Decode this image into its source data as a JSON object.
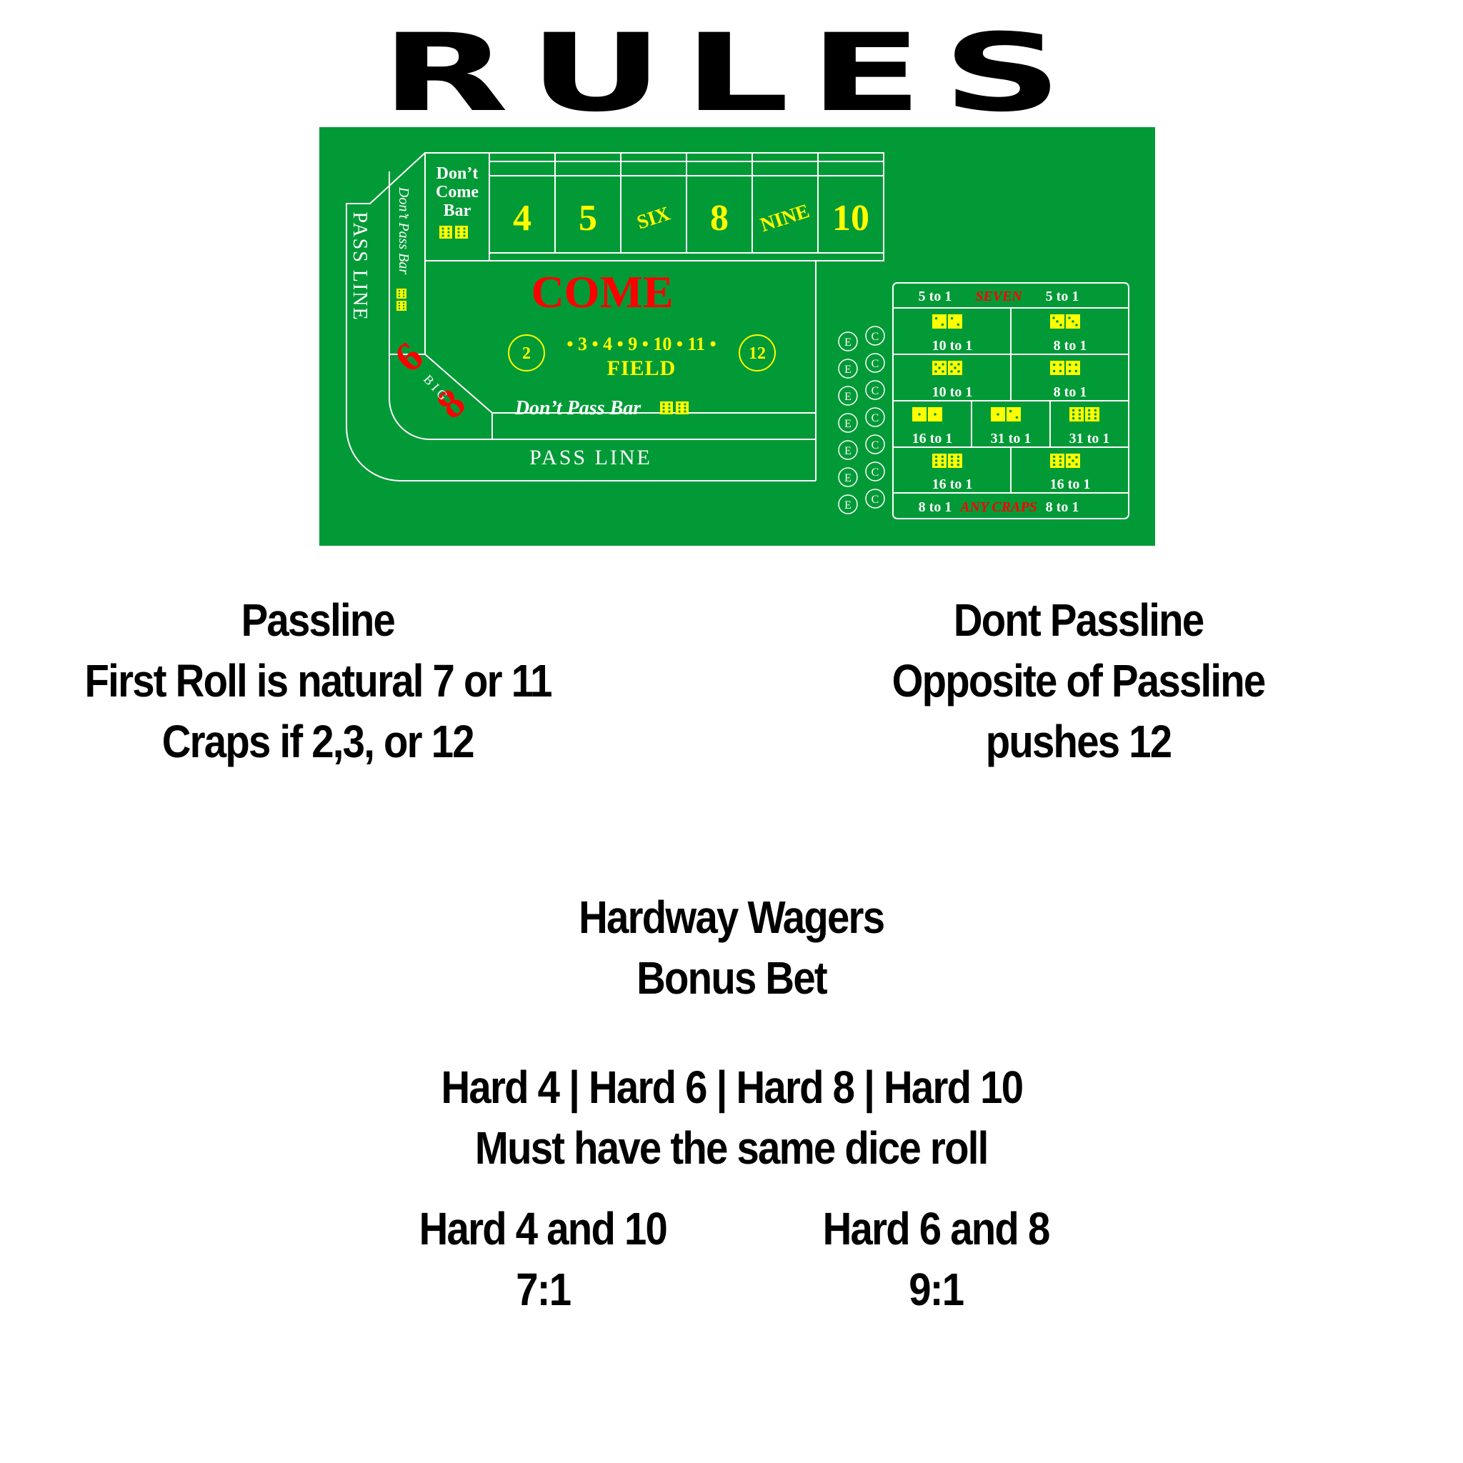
{
  "title": "RULES",
  "table": {
    "dont_come_bar": [
      "Don’t",
      "Come",
      "Bar"
    ],
    "dont_pass_bar_vertical": "Don’t Pass Bar",
    "pass_line_vertical": "PASS LINE",
    "place_numbers": [
      "4",
      "5",
      "SIX",
      "8",
      "NINE",
      "10"
    ],
    "come": "COME",
    "field_circle_left": "2",
    "field_numbers": "• 3 • 4 • 9 • 10 • 11 •",
    "field_circle_right": "12",
    "field": "FIELD",
    "big6": "6",
    "big8": "8",
    "big_label": "B I G",
    "dont_pass_bar": "Don’t Pass Bar",
    "pass_line": "PASS LINE",
    "seven_left": "5 to 1",
    "seven": "SEVEN",
    "seven_right": "5 to 1",
    "prop_odds": [
      "10 to 1",
      "8 to 1",
      "10 to 1",
      "8 to 1",
      "16 to 1",
      "31 to 1",
      "31 to 1",
      "16 to 1",
      "16 to 1"
    ],
    "any_craps_left": "8 to 1",
    "any_craps": "ANY CRAPS",
    "any_craps_right": "8 to 1",
    "e_label": "E",
    "c_label": "C",
    "colors": {
      "felt": "#029a37",
      "yellow": "#ffff00",
      "red": "#ff0000",
      "line": "#ffffff"
    }
  },
  "passline": {
    "heading": "Passline",
    "line1": "First Roll is natural 7 or 11",
    "line2": "Craps if 2,3, or 12"
  },
  "dont_passline": {
    "heading": "Dont Passline",
    "line1": "Opposite of Passline",
    "line2": "pushes 12"
  },
  "hardway": {
    "heading": "Hardway Wagers",
    "subheading": "Bonus Bet",
    "list": "Hard 4 | Hard 6 | Hard 8 | Hard 10",
    "note": "Must have the same dice roll",
    "left_label": "Hard 4 and 10",
    "left_odds": "7:1",
    "right_label": "Hard 6 and 8",
    "right_odds": "9:1"
  }
}
